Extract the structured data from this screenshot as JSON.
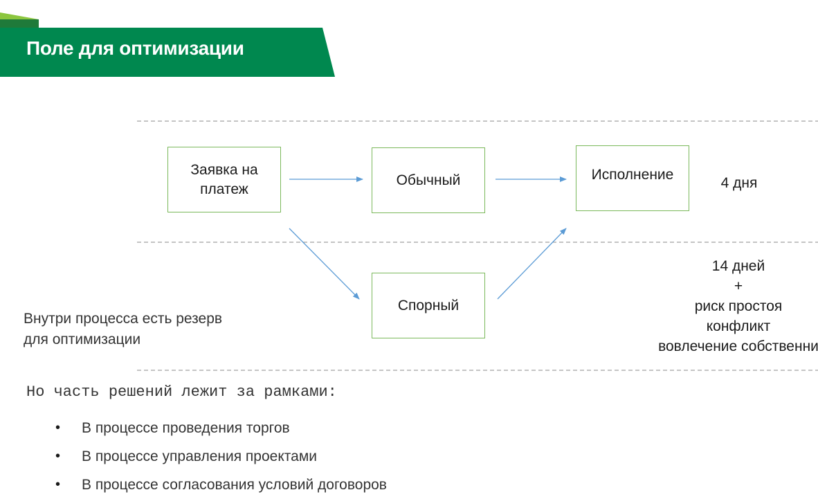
{
  "header": {
    "title": "Поле для оптимизации",
    "color_dark": "#00884f",
    "color_light": "#8cc63f"
  },
  "diagram": {
    "boxes": {
      "request": [
        "Заявка на",
        "платеж"
      ],
      "normal": "Обычный",
      "execution": "Исполнение",
      "disputed": "Спорный"
    },
    "durations": {
      "normal": "4 дня",
      "disputed": [
        "14 дней",
        "+",
        "риск простоя",
        "конфликт",
        "вовлечение собственни"
      ]
    },
    "box_border_color": "#7ab85a",
    "arrow_color": "#5b9bd5"
  },
  "note": [
    "Внутри процесса есть резерв",
    "для оптимизации"
  ],
  "conclusion": "Но часть решений лежит за рамками:",
  "bullets": [
    "В процессе проведения торгов",
    "В процессе управления проектами",
    "В процессе согласования условий договоров"
  ]
}
